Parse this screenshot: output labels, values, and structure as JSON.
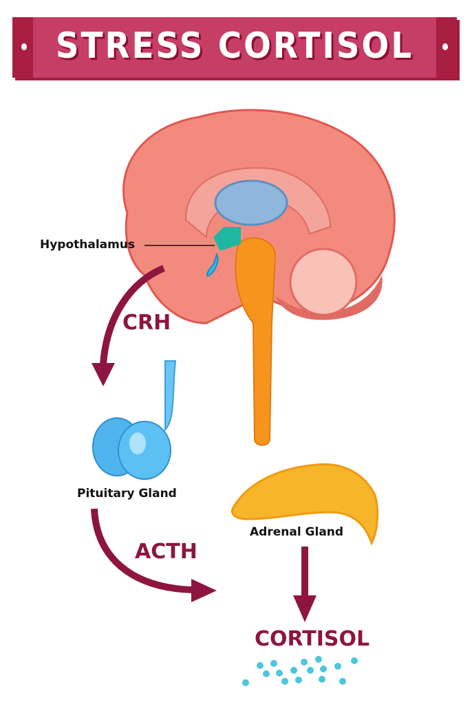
{
  "title": "STRESS CORTISOL",
  "labels": {
    "hypothalamus": "Hypothalamus",
    "pituitary": "Pituitary Gland",
    "adrenal": "Adrenal Gland"
  },
  "hormones": {
    "crh": "CRH",
    "acth": "ACTH",
    "cortisol": "CORTISOL"
  },
  "colors": {
    "banner": "#c63d66",
    "arrow": "#8e1540",
    "brain": "#f28b7e",
    "pituitary": "#4fb4ee",
    "adrenal": "#f7b52a",
    "cortisol_dots": "#4cc6dc"
  }
}
